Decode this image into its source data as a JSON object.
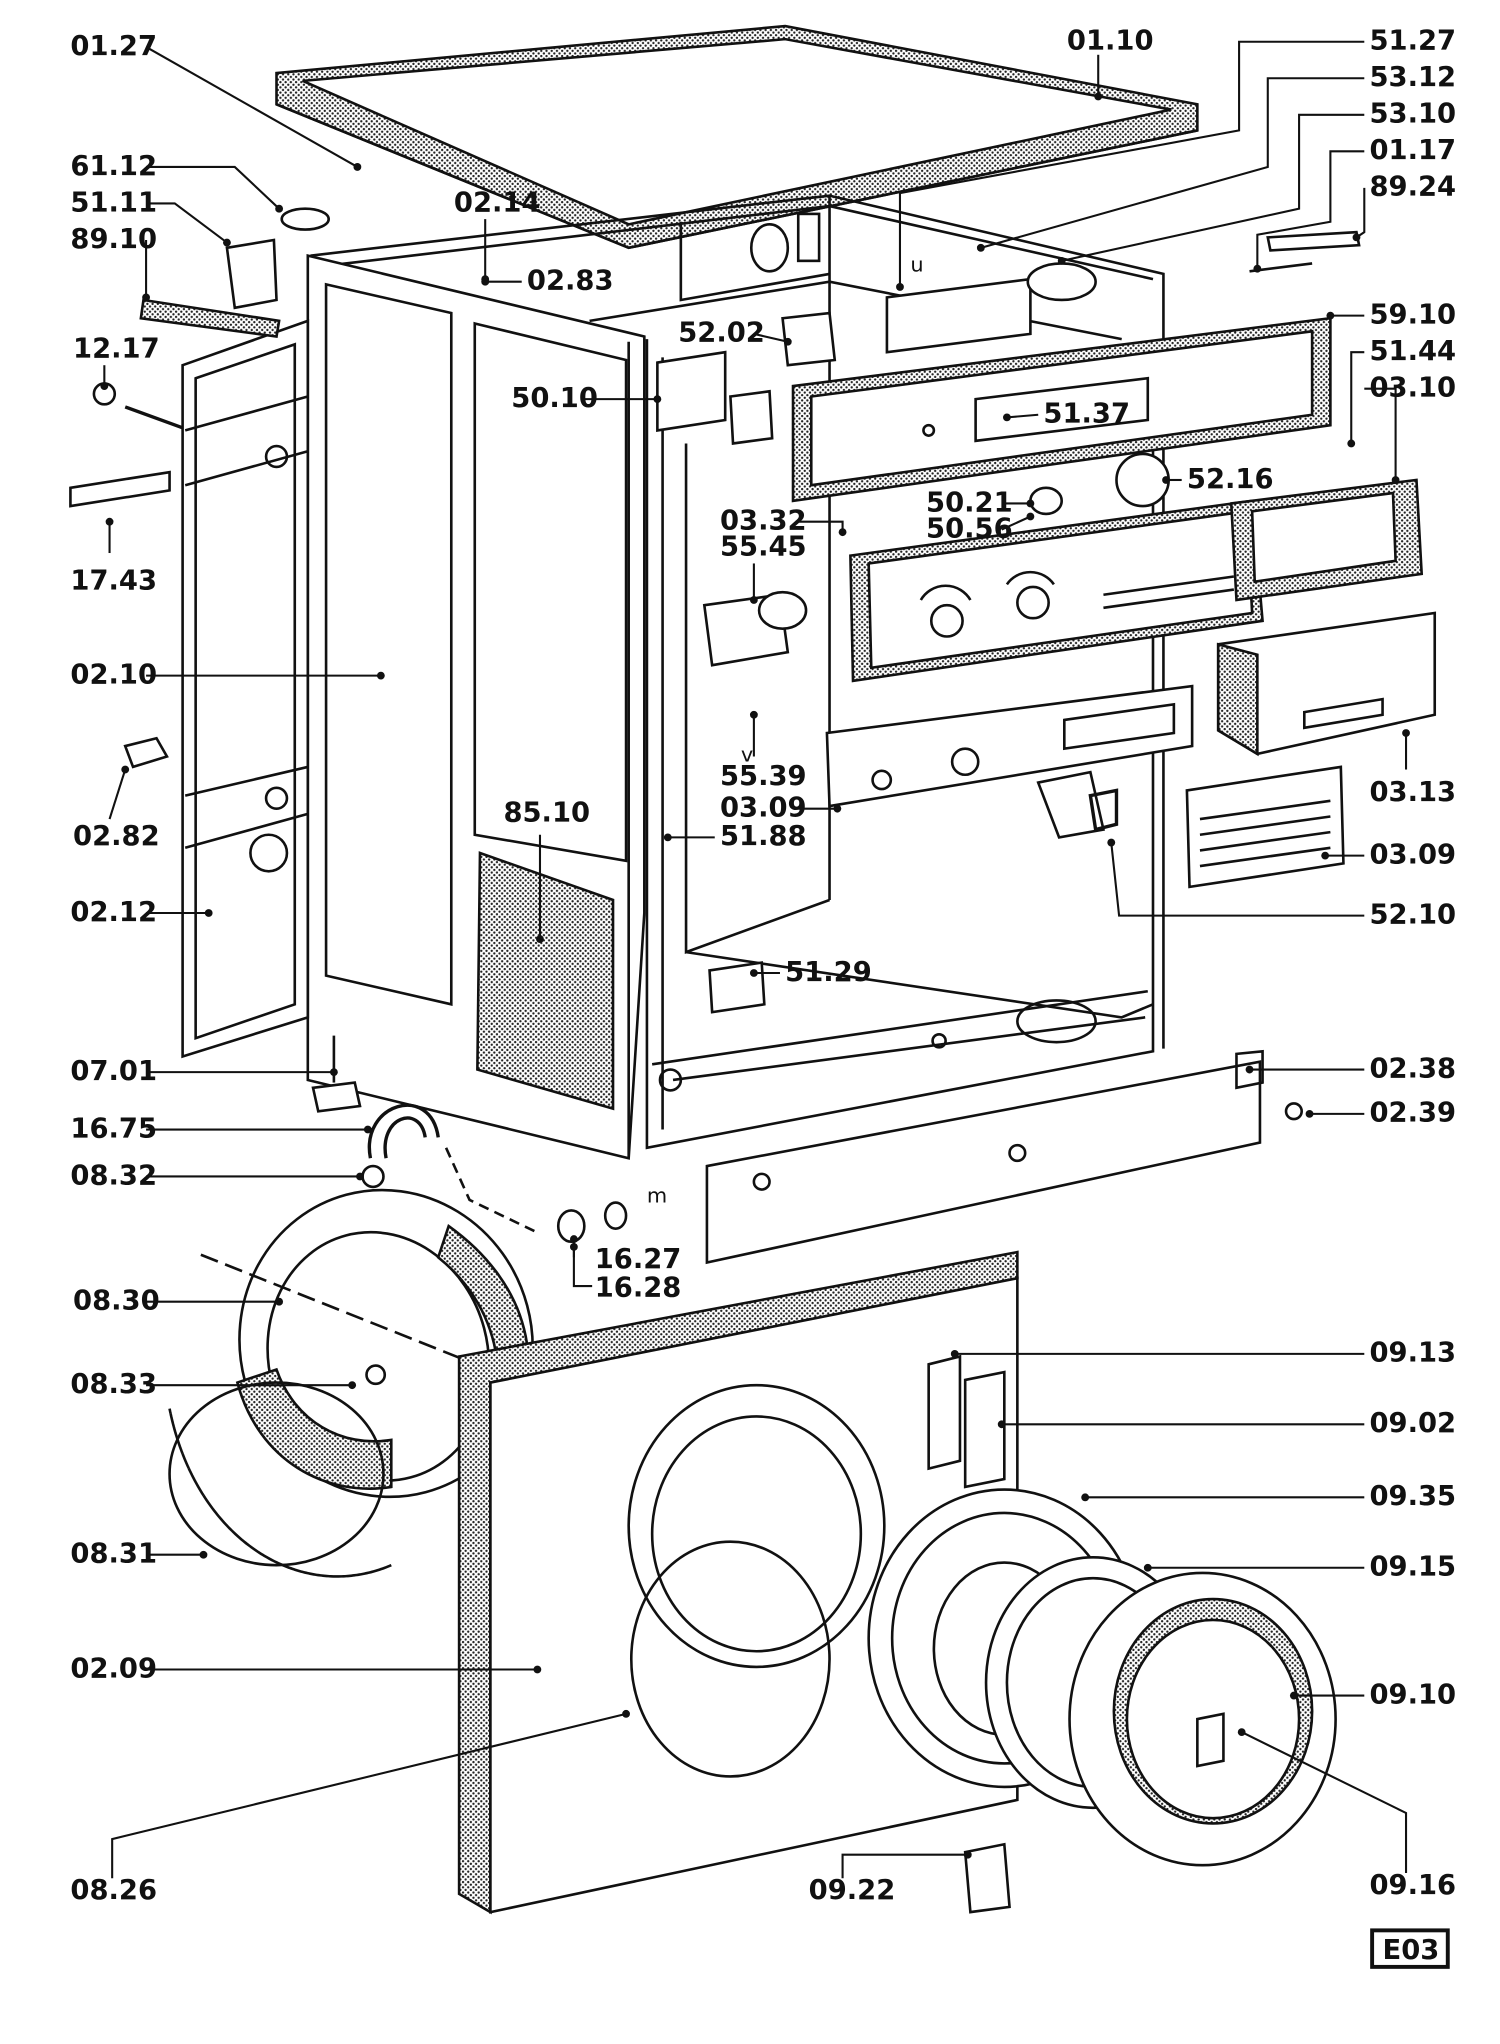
{
  "diagram": {
    "page_id": "E03",
    "labels": [
      {
        "id": "l_0127",
        "text": "01.27"
      },
      {
        "id": "l_0110",
        "text": "01.10"
      },
      {
        "id": "l_5127",
        "text": "51.27"
      },
      {
        "id": "l_5312",
        "text": "53.12"
      },
      {
        "id": "l_5310",
        "text": "53.10"
      },
      {
        "id": "l_0117",
        "text": "01.17"
      },
      {
        "id": "l_8924",
        "text": "89.24"
      },
      {
        "id": "l_6112",
        "text": "61.12"
      },
      {
        "id": "l_5111",
        "text": "51.11"
      },
      {
        "id": "l_8910",
        "text": "89.10"
      },
      {
        "id": "l_0214",
        "text": "02.14"
      },
      {
        "id": "l_0283",
        "text": "02.83"
      },
      {
        "id": "l_5202",
        "text": "52.02"
      },
      {
        "id": "l_5910",
        "text": "59.10"
      },
      {
        "id": "l_1217",
        "text": "12.17"
      },
      {
        "id": "l_5144",
        "text": "51.44"
      },
      {
        "id": "l_5010",
        "text": "50.10"
      },
      {
        "id": "l_5137",
        "text": "51.37"
      },
      {
        "id": "l_0310",
        "text": "03.10"
      },
      {
        "id": "l_5216",
        "text": "52.16"
      },
      {
        "id": "l_5021",
        "text": "50.21"
      },
      {
        "id": "l_5056",
        "text": "50.56"
      },
      {
        "id": "l_0332",
        "text": "03.32"
      },
      {
        "id": "l_1743",
        "text": "17.43"
      },
      {
        "id": "l_5545",
        "text": "55.45"
      },
      {
        "id": "l_0210",
        "text": "02.10"
      },
      {
        "id": "l_5539",
        "text": "55.39"
      },
      {
        "id": "l_0313",
        "text": "03.13"
      },
      {
        "id": "l_0309a",
        "text": "03.09"
      },
      {
        "id": "l_8510",
        "text": "85.10"
      },
      {
        "id": "l_0282",
        "text": "02.82"
      },
      {
        "id": "l_5188",
        "text": "51.88"
      },
      {
        "id": "l_0309b",
        "text": "03.09"
      },
      {
        "id": "l_0212",
        "text": "02.12"
      },
      {
        "id": "l_5210",
        "text": "52.10"
      },
      {
        "id": "l_5129",
        "text": "51.29"
      },
      {
        "id": "l_0701",
        "text": "07.01"
      },
      {
        "id": "l_0238",
        "text": "02.38"
      },
      {
        "id": "l_1675",
        "text": "16.75"
      },
      {
        "id": "l_0239",
        "text": "02.39"
      },
      {
        "id": "l_0832",
        "text": "08.32"
      },
      {
        "id": "l_1627",
        "text": "16.27"
      },
      {
        "id": "l_1628",
        "text": "16.28"
      },
      {
        "id": "l_0830",
        "text": "08.30"
      },
      {
        "id": "l_0913",
        "text": "09.13"
      },
      {
        "id": "l_0833",
        "text": "08.33"
      },
      {
        "id": "l_0902",
        "text": "09.02"
      },
      {
        "id": "l_0935",
        "text": "09.35"
      },
      {
        "id": "l_0831",
        "text": "08.31"
      },
      {
        "id": "l_0915",
        "text": "09.15"
      },
      {
        "id": "l_0209",
        "text": "02.09"
      },
      {
        "id": "l_0910",
        "text": "09.10"
      },
      {
        "id": "l_0826",
        "text": "08.26"
      },
      {
        "id": "l_0922",
        "text": "09.22"
      },
      {
        "id": "l_0916",
        "text": "09.16"
      }
    ],
    "markers": {
      "u": "u",
      "v": "v",
      "m": "m"
    }
  }
}
